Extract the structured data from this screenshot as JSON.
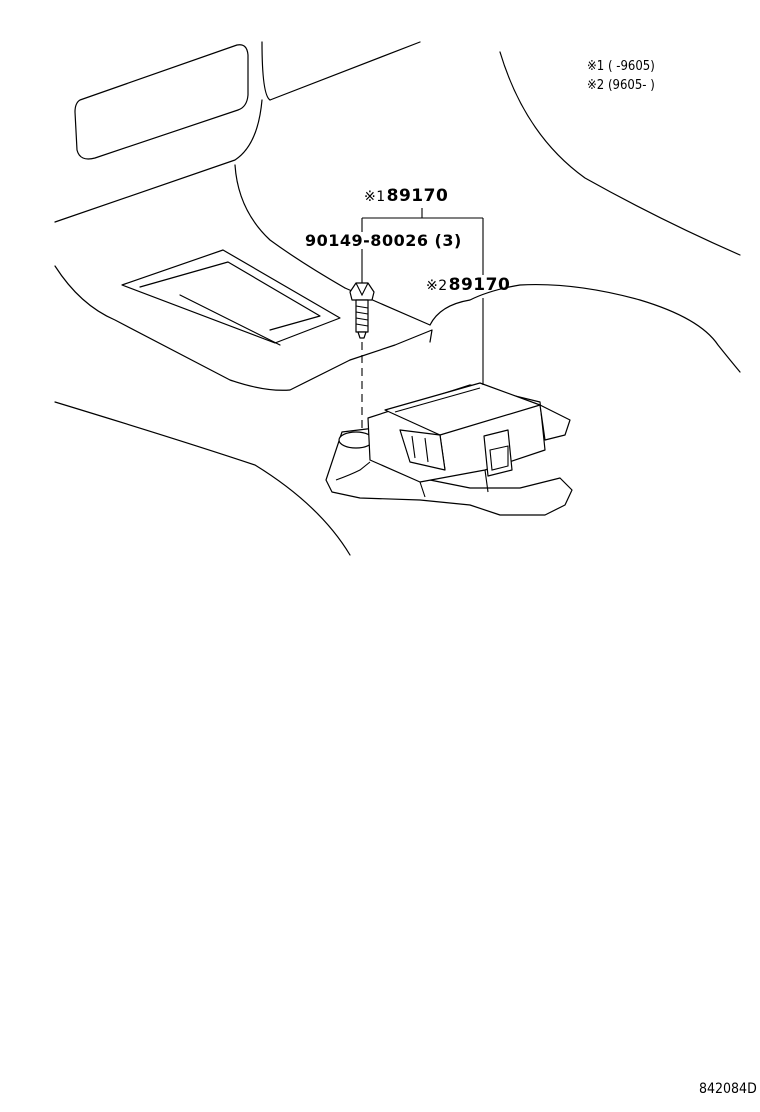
{
  "legend": {
    "note1": "※1 (     -9605)",
    "note2": "※2 (9605-     )"
  },
  "callouts": {
    "part1_mark": "※1",
    "part1_number": "89170",
    "bolt_label": "90149-80026 (3)",
    "part2_mark": "※2",
    "part2_number": "89170"
  },
  "footer": {
    "drawing_code": "842084D"
  }
}
